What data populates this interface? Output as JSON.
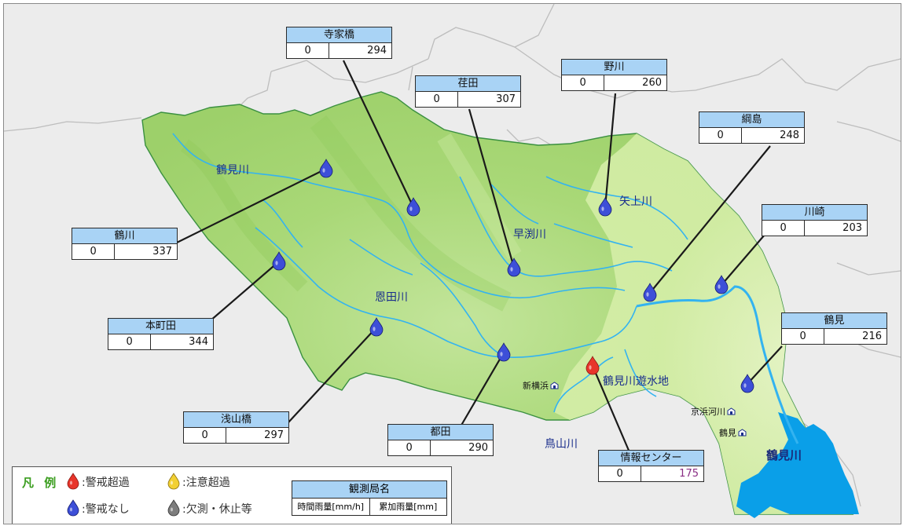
{
  "stations": [
    {
      "id": "terakebashi",
      "name": "寺家橋",
      "hourly": "0",
      "total": "294",
      "status": "none"
    },
    {
      "id": "nogawa",
      "name": "野川",
      "hourly": "0",
      "total": "260",
      "status": "none"
    },
    {
      "id": "shoda",
      "name": "荏田",
      "hourly": "0",
      "total": "307",
      "status": "none"
    },
    {
      "id": "tsunashima",
      "name": "綱島",
      "hourly": "0",
      "total": "248",
      "status": "none"
    },
    {
      "id": "tsurukawa",
      "name": "鶴川",
      "hourly": "0",
      "total": "337",
      "status": "none"
    },
    {
      "id": "kawasaki",
      "name": "川崎",
      "hourly": "0",
      "total": "203",
      "status": "none"
    },
    {
      "id": "honmachida",
      "name": "本町田",
      "hourly": "0",
      "total": "344",
      "status": "none"
    },
    {
      "id": "tsurumi",
      "name": "鶴見",
      "hourly": "0",
      "total": "216",
      "status": "none"
    },
    {
      "id": "asayamabashi",
      "name": "浅山橋",
      "hourly": "0",
      "total": "297",
      "status": "none"
    },
    {
      "id": "tsuda",
      "name": "都田",
      "hourly": "0",
      "total": "290",
      "status": "none"
    },
    {
      "id": "center",
      "name": "情報センター",
      "hourly": "0",
      "total": "175",
      "status": "alert"
    }
  ],
  "rivers": {
    "tsurumi_upper": "鶴見川",
    "yagami": "矢上川",
    "hayabuchi": "早渕川",
    "onda": "恩田川",
    "toriyama": "鳥山川",
    "tsurumi_mouth": "鶴見川"
  },
  "places": {
    "yusuichi": "鶴見川遊水地",
    "shinyokohama": "新横浜",
    "keihin_office": "京浜河川",
    "tsurumi_office": "鶴見"
  },
  "legend": {
    "title": "凡 例",
    "alarm_exceeded": ":警戒超過",
    "caution_exceeded": ":注意超過",
    "no_alarm": ":警戒なし",
    "missing": ":欠測・休止等",
    "box_name": "観測局名",
    "box_hourly": "時間雨量[mm/h]",
    "box_total": "累加雨量[mm]"
  },
  "colors": {
    "alarm": "#e8352b",
    "caution": "#f2d033",
    "none": "#3d4fd8",
    "missing": "#7d7d7d",
    "label_bg": "#a9d3f5",
    "basin_light": "#e4f3bf",
    "basin_mid": "#b6de86",
    "river": "#33b3f0",
    "sea": "#0a9fe8"
  }
}
